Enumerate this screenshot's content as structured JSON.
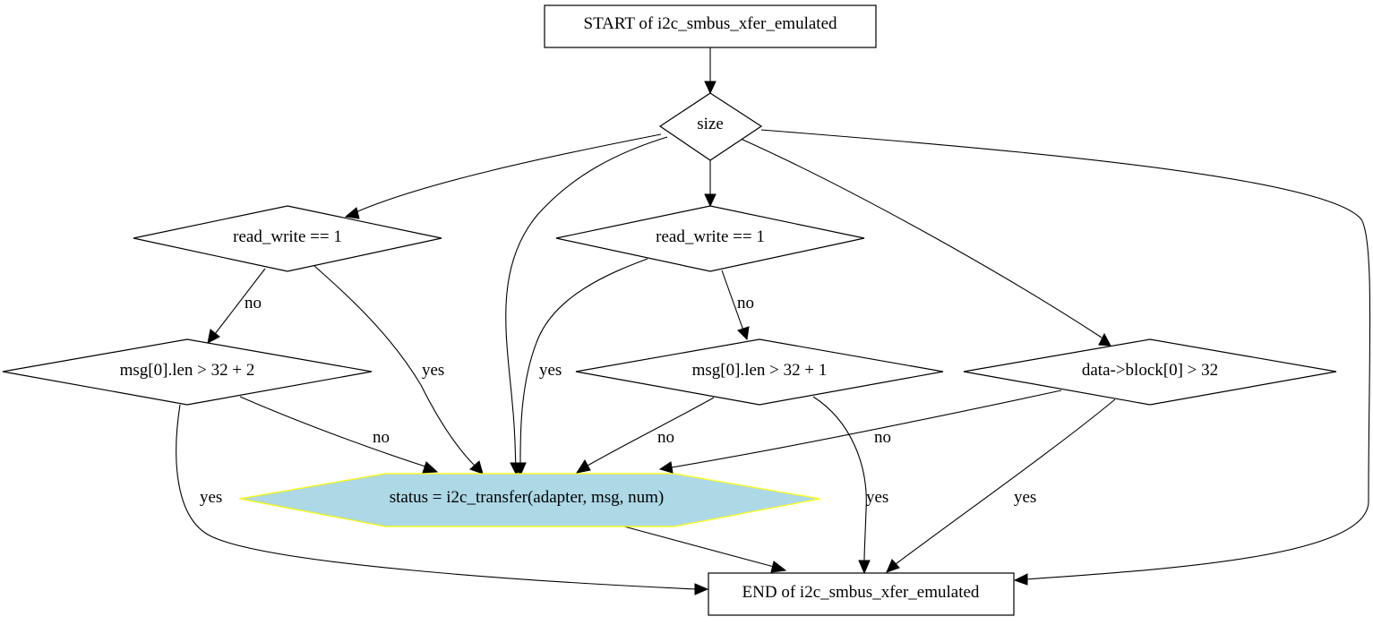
{
  "nodes": {
    "start": "START of i2c_smbus_xfer_emulated",
    "size": "size",
    "rw_left": "read_write == 1",
    "rw_mid": "read_write == 1",
    "len_left": "msg[0].len > 32 + 2",
    "len_mid": "msg[0].len > 32 + 1",
    "block": "data->block[0] > 32",
    "status": "status = i2c_transfer(adapter, msg, num)",
    "end": "END of i2c_smbus_xfer_emulated"
  },
  "edge_labels": {
    "rw_left_no": "no",
    "rw_left_yes": "yes",
    "rw_mid_yes": "yes",
    "rw_mid_no": "no",
    "len_left_yes": "yes",
    "len_left_no": "no",
    "len_mid_no": "no",
    "len_mid_yes": "yes",
    "block_no": "no",
    "block_yes": "yes"
  },
  "colors": {
    "status_fill": "#add8e6",
    "status_stroke": "#ffff00"
  }
}
